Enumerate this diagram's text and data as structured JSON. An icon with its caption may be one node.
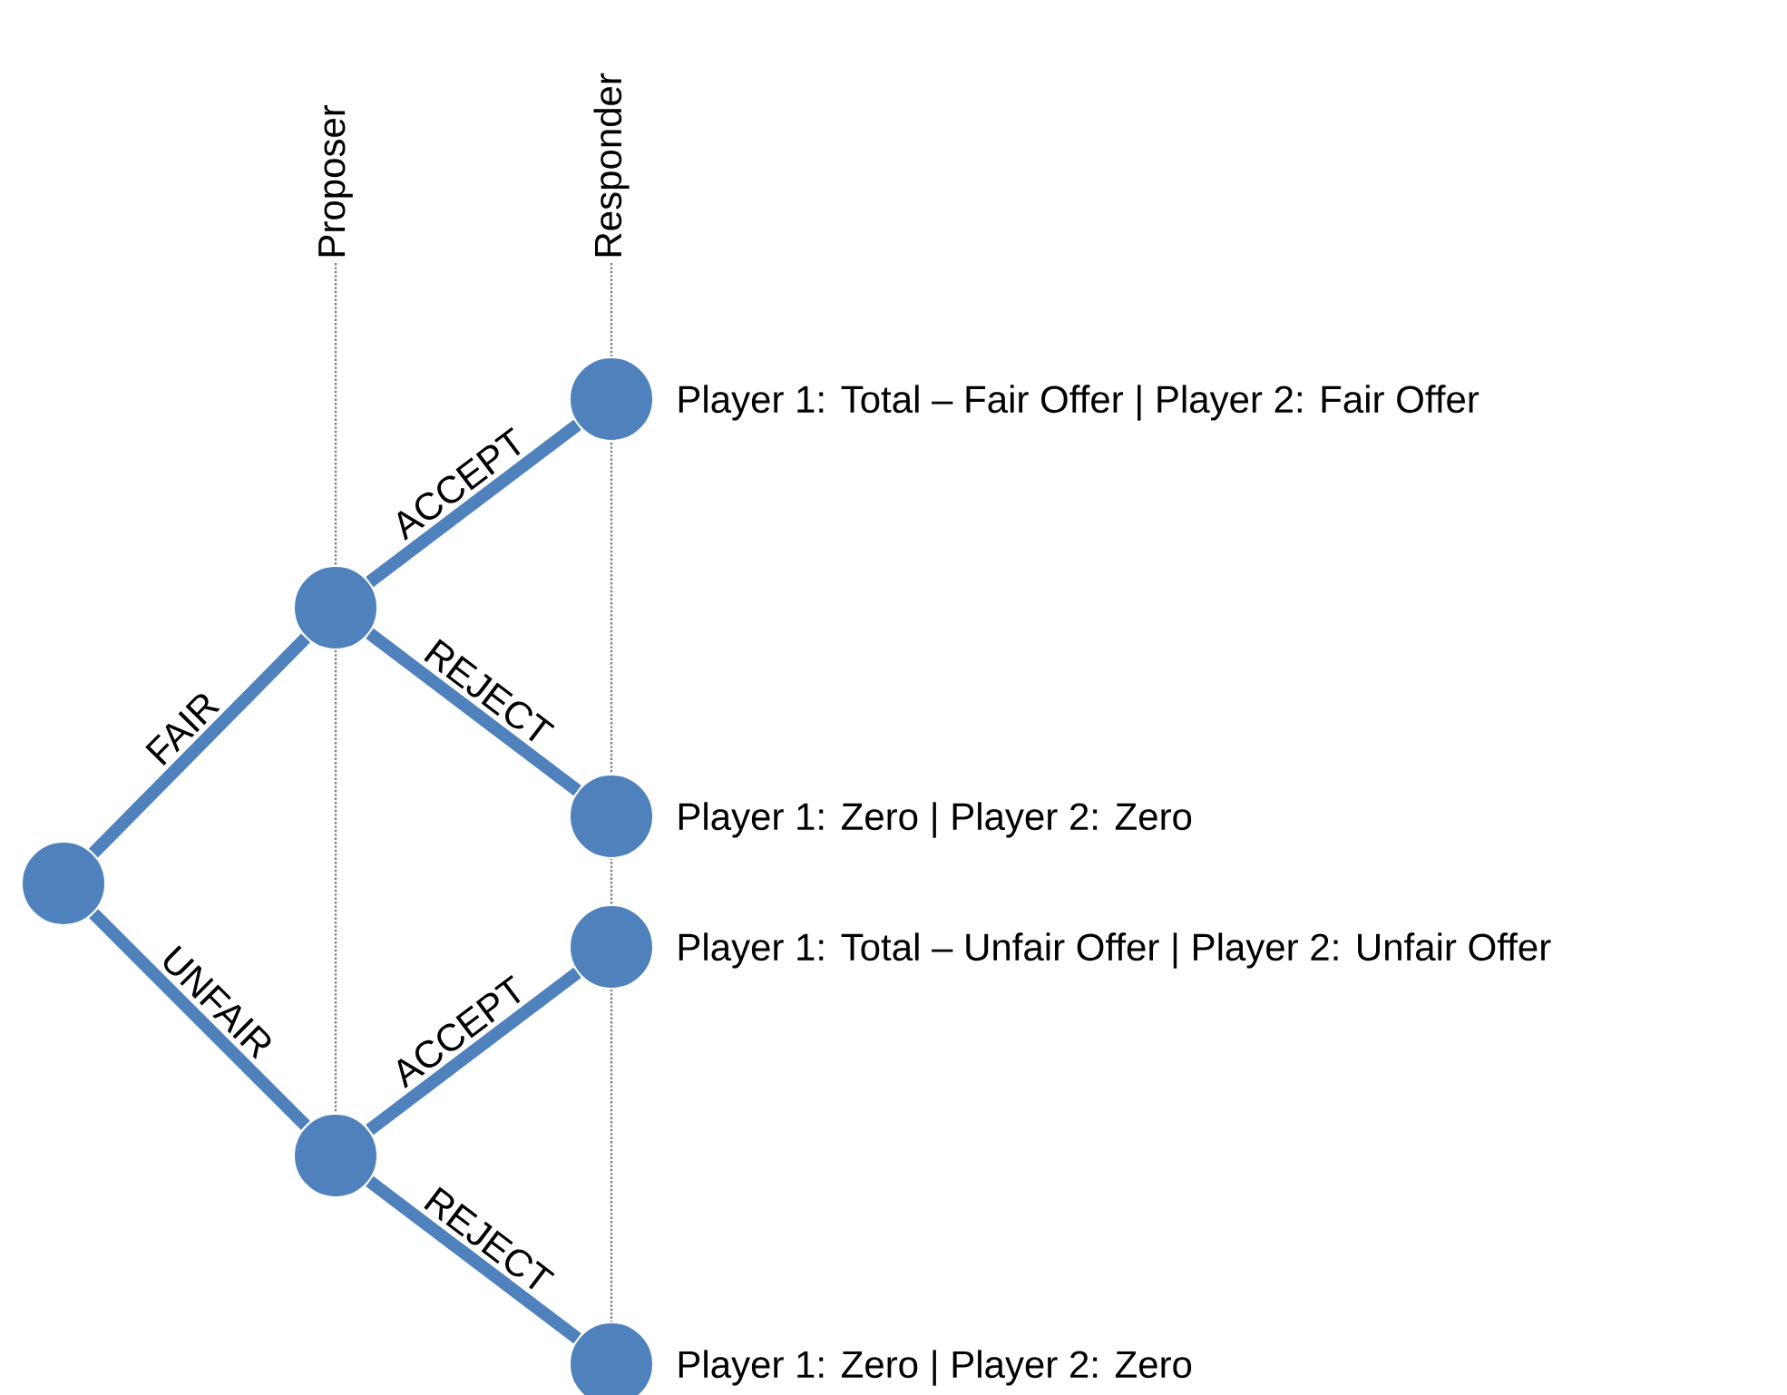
{
  "diagram": {
    "nodes": [
      {
        "text": [],
        "shape": "circle"
      },
      {
        "text": [],
        "shape": "circle"
      },
      {
        "text": [],
        "shape": "circle"
      },
      {
        "text": [],
        "shape": "circle",
        "beside": [
          "Player 1: Total – Fair Offer | Player 2: Fair Offer"
        ]
      },
      {
        "text": [],
        "shape": "circle",
        "beside": [
          "Player 1: Zero | Player 2: Zero"
        ]
      },
      {
        "text": [],
        "shape": "circle",
        "beside": [
          "Player 1: Total – Unfair Offer | Player 2: Unfair Offer"
        ]
      },
      {
        "text": [],
        "shape": "circle",
        "beside": [
          "Player 1: Zero | Player 2: Zero"
        ]
      }
    ],
    "edges": [
      {
        "from": 0,
        "to": 1,
        "arrow": "none",
        "label": "FAIR"
      },
      {
        "from": 0,
        "to": 2,
        "arrow": "none",
        "label": "UNFAIR"
      },
      {
        "from": 1,
        "to": 3,
        "arrow": "none",
        "label": "ACCEPT"
      },
      {
        "from": 1,
        "to": 4,
        "arrow": "none",
        "label": "REJECT"
      },
      {
        "from": 2,
        "to": 5,
        "arrow": "none",
        "label": "ACCEPT"
      },
      {
        "from": 2,
        "to": 6,
        "arrow": "none",
        "label": "REJECT"
      }
    ],
    "labels": [
      "Proposer",
      "Responder"
    ]
  }
}
